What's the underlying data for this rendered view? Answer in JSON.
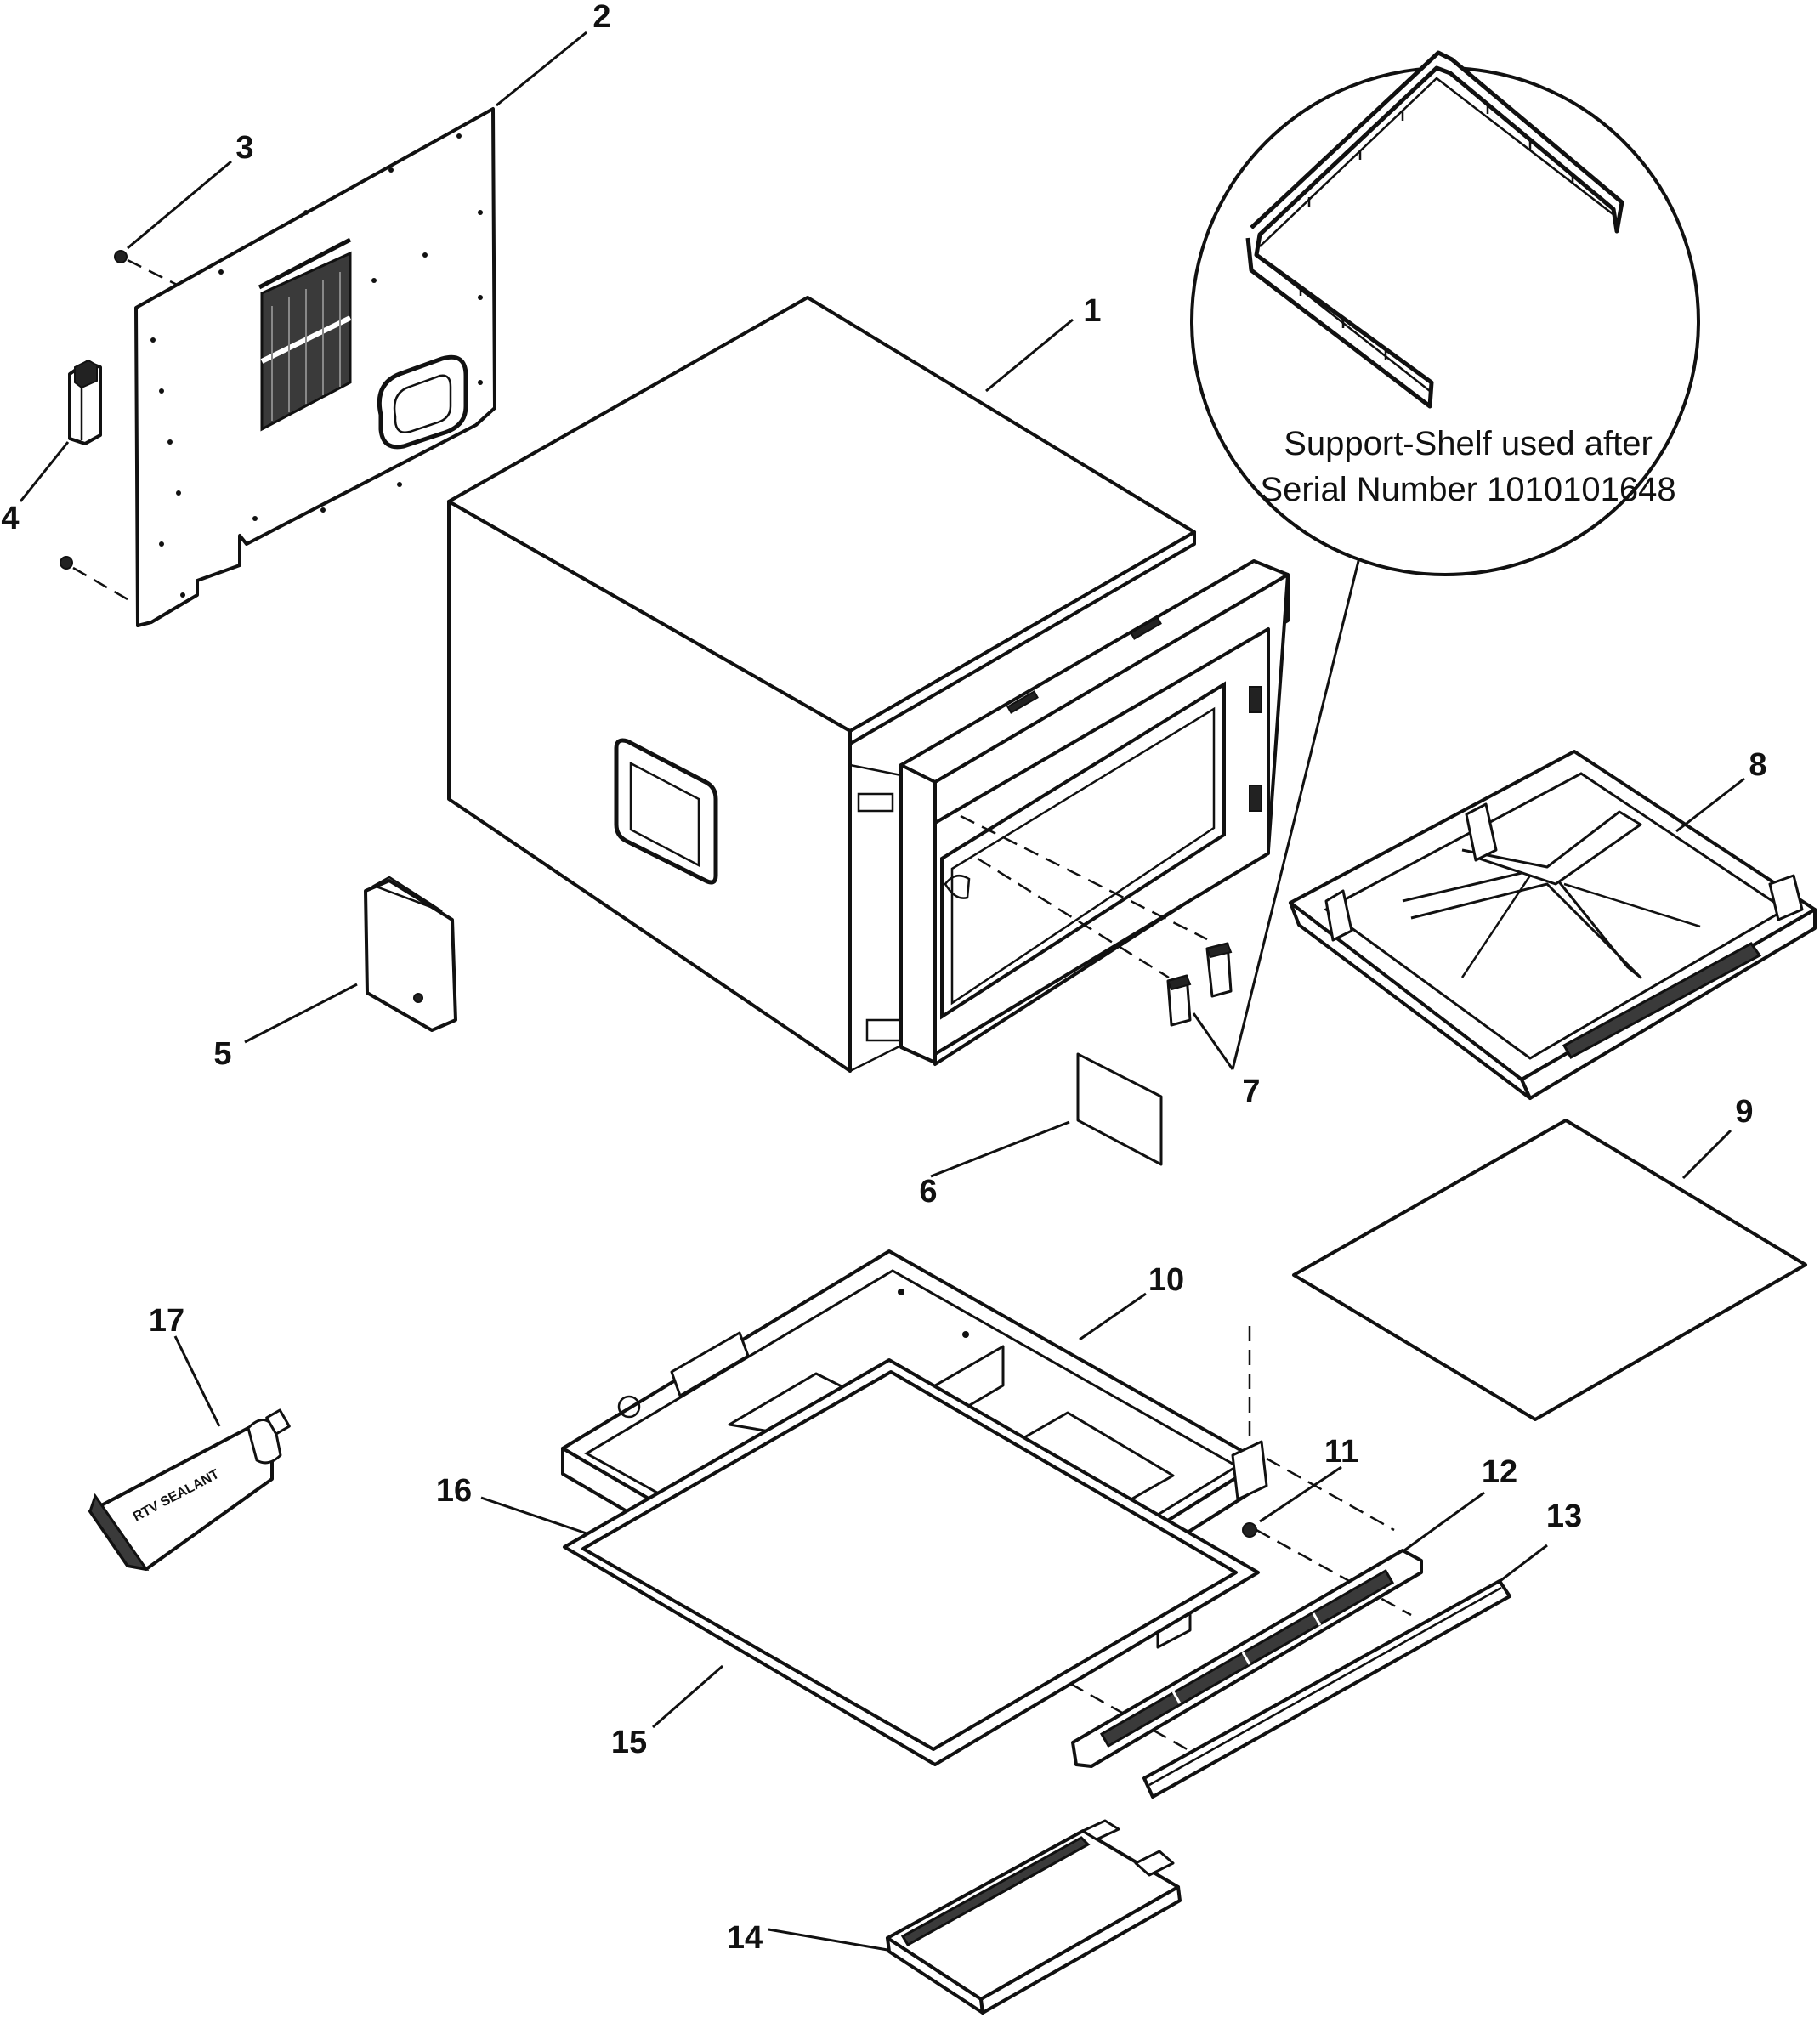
{
  "callouts": [
    "1",
    "2",
    "3",
    "4",
    "5",
    "6",
    "7",
    "8",
    "9",
    "10",
    "11",
    "12",
    "13",
    "14",
    "15",
    "16",
    "17"
  ],
  "inset_note": {
    "line1": "Support-Shelf used after",
    "line2": "Serial Number 1010101648"
  },
  "sealant_label": "RTV SEALANT"
}
